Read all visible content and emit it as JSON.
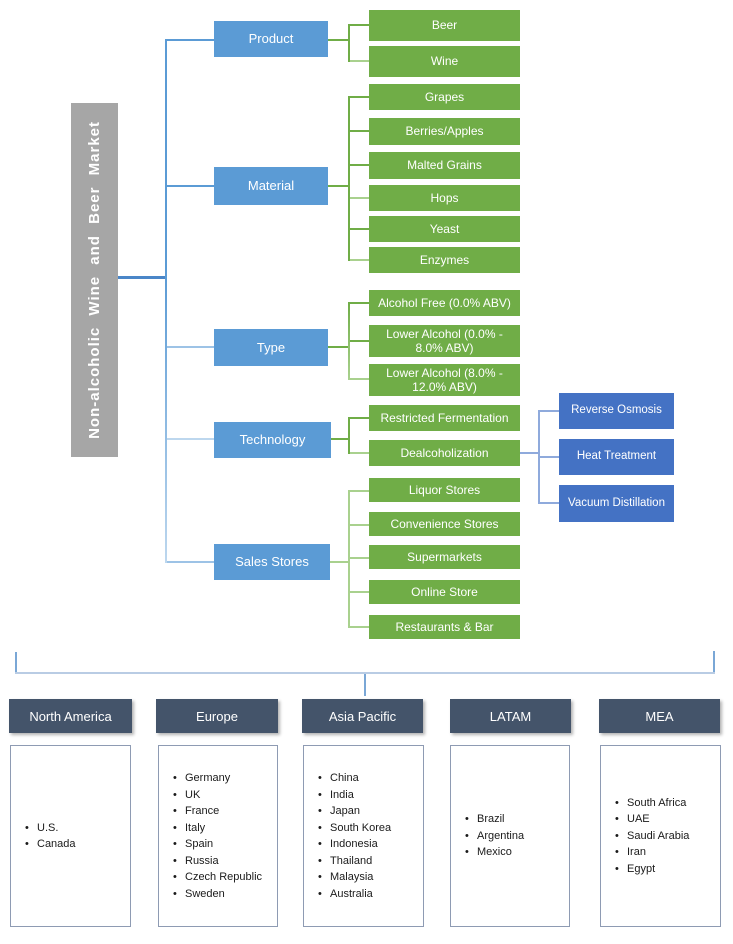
{
  "title_bar": {
    "label": "Non-alcoholic Wine and Beer Market"
  },
  "segments": {
    "product": {
      "label": "Product",
      "items": [
        "Beer",
        "Wine"
      ]
    },
    "material": {
      "label": "Material",
      "items": [
        "Grapes",
        "Berries/Apples",
        "Malted Grains",
        "Hops",
        "Yeast",
        "Enzymes"
      ]
    },
    "type": {
      "label": "Type",
      "items": [
        "Alcohol Free (0.0% ABV)",
        "Lower Alcohol (0.0% - 8.0% ABV)",
        "Lower Alcohol (8.0% - 12.0% ABV)"
      ]
    },
    "technology": {
      "label": "Technology",
      "items": [
        "Restricted Fermentation",
        "Dealcoholization"
      ],
      "dealcoholization_methods": [
        "Reverse Osmosis",
        "Heat Treatment",
        "Vacuum Distillation"
      ]
    },
    "sales_stores": {
      "label": "Sales Stores",
      "items": [
        "Liquor Stores",
        "Convenience Stores",
        "Supermarkets",
        "Online Store",
        "Restaurants & Bar"
      ]
    }
  },
  "regions": [
    {
      "name": "North America",
      "countries": [
        "U.S.",
        "Canada"
      ]
    },
    {
      "name": "Europe",
      "countries": [
        "Germany",
        "UK",
        "France",
        "Italy",
        "Spain",
        "Russia",
        "Czech Republic",
        "Sweden"
      ]
    },
    {
      "name": "Asia Pacific",
      "countries": [
        "China",
        "India",
        "Japan",
        "South Korea",
        "Indonesia",
        "Thailand",
        "Malaysia",
        "Australia"
      ]
    },
    {
      "name": "LATAM",
      "countries": [
        "Brazil",
        "Argentina",
        "Mexico"
      ]
    },
    {
      "name": "MEA",
      "countries": [
        "South Africa",
        "UAE",
        "Saudi Arabia",
        "Iran",
        "Egypt"
      ]
    }
  ],
  "colors": {
    "category_blue": "#5b9bd5",
    "item_green": "#70ad47",
    "light_green": "#a9d18e",
    "method_blue": "#4472c4",
    "method_connector_blue": "#8faadc",
    "region_header_slate": "#44546a",
    "title_bar_gray": "#a6a6a6",
    "connector_blue": "#5b9bd5",
    "connector_light_blue": "#bdd7ee"
  }
}
